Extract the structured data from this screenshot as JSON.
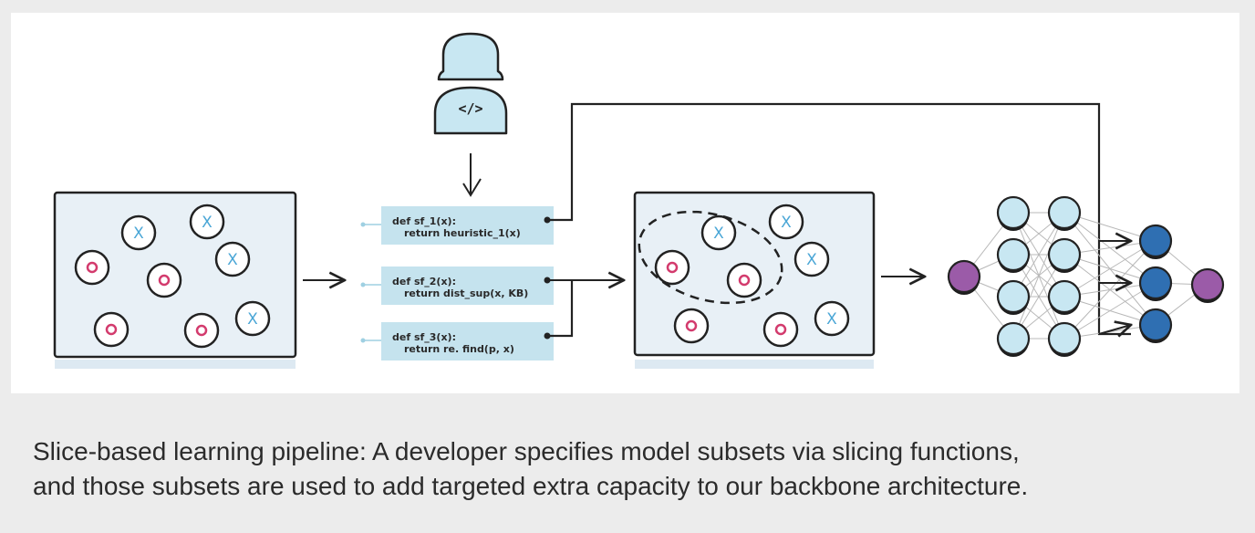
{
  "diagram": {
    "developer": {
      "code_symbol": "</>"
    },
    "slicing_functions": [
      {
        "line1": "def sf_1(x):",
        "line2": "return heuristic_1(x)"
      },
      {
        "line1": "def sf_2(x):",
        "line2": "return dist_sup(x, KB)"
      },
      {
        "line1": "def sf_3(x):",
        "line2": "return re. find(p, x)"
      }
    ],
    "x_mark": "X",
    "colors": {
      "box_fill": "#e8f0f6",
      "code_fill": "#c5e3ee",
      "node_light": "#c8e7f2",
      "node_dark": "#2f6fb2",
      "node_purple": "#9b5ba8",
      "circle_mark": "#d33b6d",
      "x_mark": "#4aa6d6"
    }
  },
  "caption": {
    "line1": "Slice-based learning pipeline: A developer specifies model subsets via slicing functions,",
    "line2": "and those subsets are used to add targeted extra capacity to our backbone architecture."
  }
}
